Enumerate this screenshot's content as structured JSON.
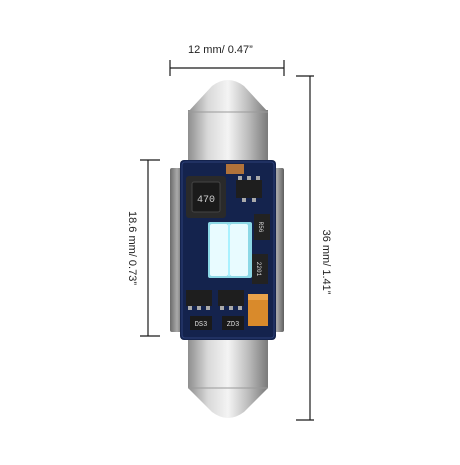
{
  "dimensions": {
    "width_label": "12 mm/ 0.47”",
    "pcb_height_label": "18.6 mm/ 0.73”",
    "total_length_label": "36 mm/ 1.41”"
  },
  "pcb_markings": {
    "inductor": "470",
    "resistor_1": "R56",
    "resistor_2": "2201",
    "chip_1": "DS3",
    "chip_2": "ZD3"
  },
  "colors": {
    "pcb": "#14234d",
    "cap": "#c8c8c8",
    "led": "#e8fbff",
    "led_glow": "#a9f1ff",
    "dimension_line": "#1a1a1a"
  }
}
